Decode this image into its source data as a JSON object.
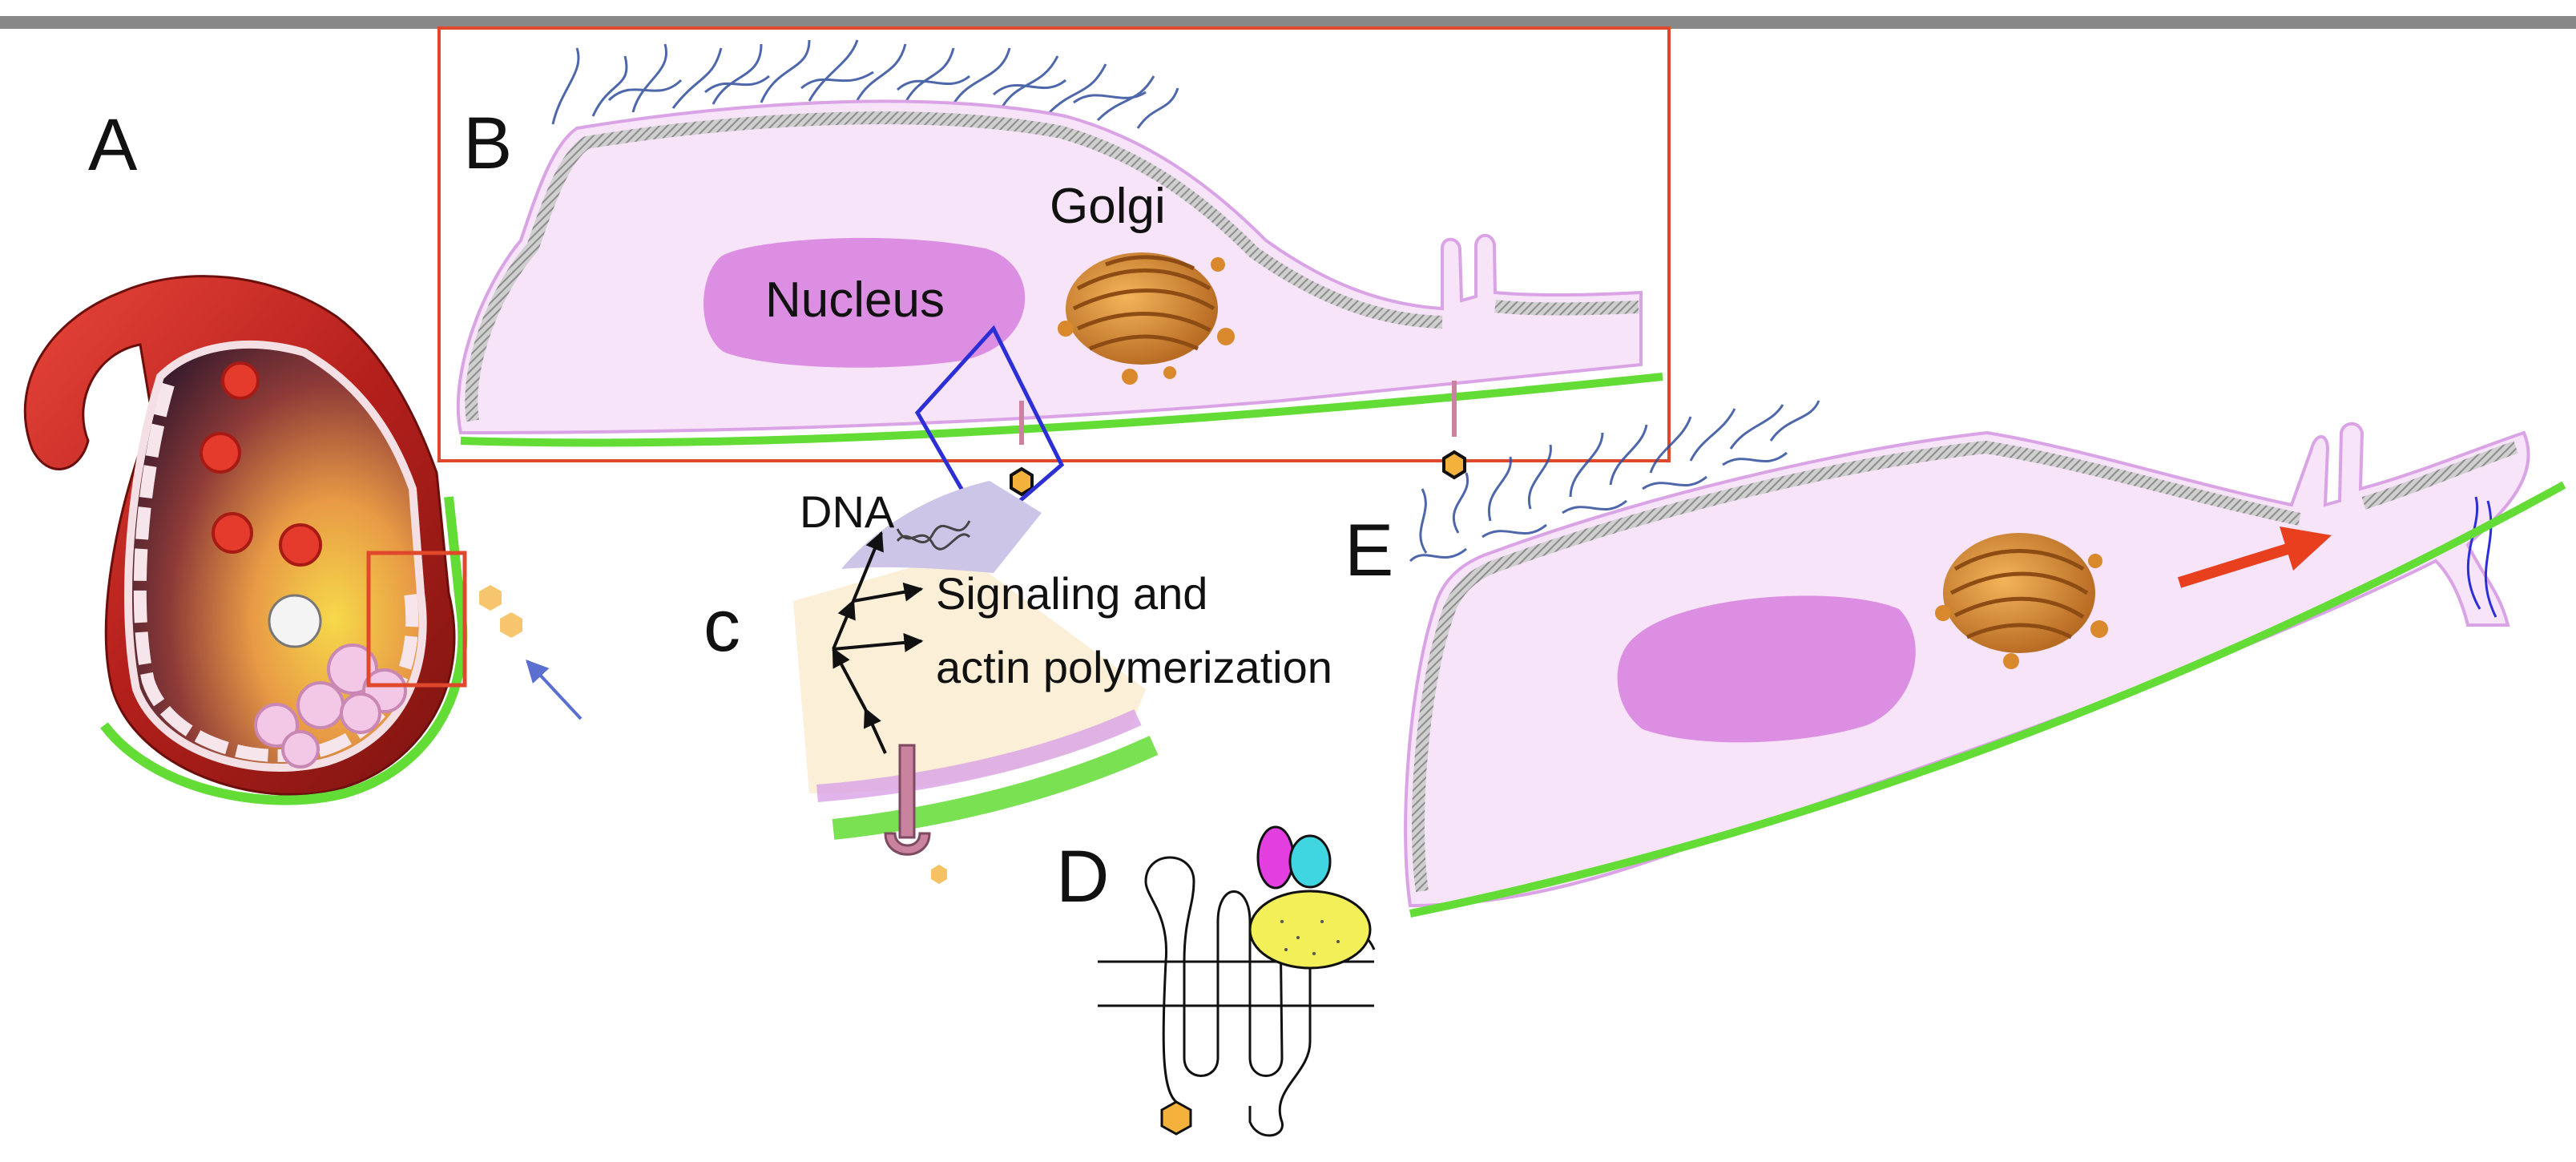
{
  "panels": {
    "a": {
      "letter": "A"
    },
    "b": {
      "letter": "B",
      "nucleus_label": "Nucleus",
      "golgi_label": "Golgi"
    },
    "c": {
      "letter": "c",
      "dna_label": "DNA",
      "signal_line1": "Signaling and",
      "signal_line2": "actin polymerization"
    },
    "d": {
      "letter": "D"
    },
    "e": {
      "letter": "E"
    }
  },
  "colors": {
    "top_rule": "#888888",
    "highlight_box": "#e0482c",
    "zoom_box": "#2d2fd6",
    "cell_fill": "#f7e4f9",
    "cell_membrane": "#d9a3e6",
    "actin_cortex": "#a9a9a9",
    "nucleus": "#dc8fe2",
    "substrate": "#63dc35",
    "golgi": "#d9882c",
    "glycocalyx": "#2e4d9c",
    "ligand": "#f4b23c",
    "vessel": "#c8201b",
    "migration_arrow": "#e8401f",
    "guide_arrow": "#5a6fd0",
    "cytoplasm_wedge": "#fbeed6",
    "nuclear_wedge": "#cdc5e8",
    "receptor": "#c9839e",
    "protein_magenta": "#e23ee0",
    "protein_cyan": "#3fd6e2",
    "protein_yellow": "#f2ef58"
  }
}
